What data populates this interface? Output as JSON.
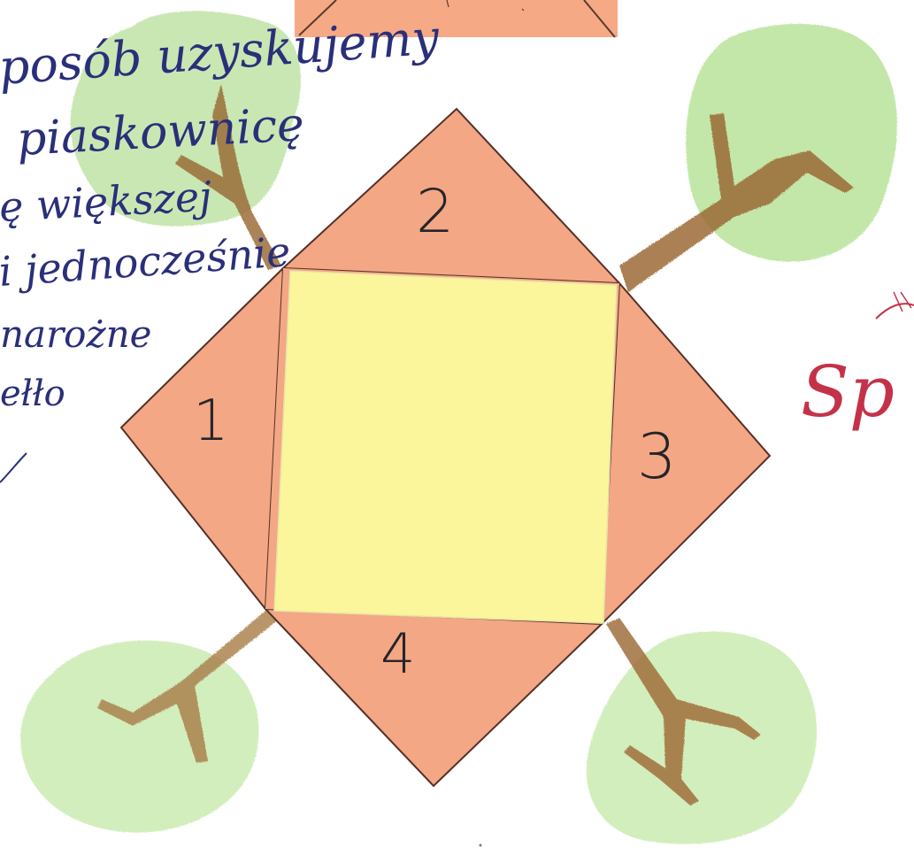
{
  "handwriting": {
    "line1": "posób uzyskujemy",
    "line2": "piaskownicę",
    "line3": "ę większej",
    "line4": "i jednocześnie",
    "line5": "narożne",
    "line6": "ełło"
  },
  "labels": {
    "one": "1",
    "two": "2",
    "three": "3",
    "four": "4"
  },
  "margin_note": "Sp",
  "colors": {
    "sandbox": "#fbf59a",
    "triangle": "#f4a885",
    "tree_crown": "#b9e39a",
    "tree_trunk": "#9b6a36",
    "ink": "#2a2f7a",
    "red_ink": "#c4324a"
  }
}
